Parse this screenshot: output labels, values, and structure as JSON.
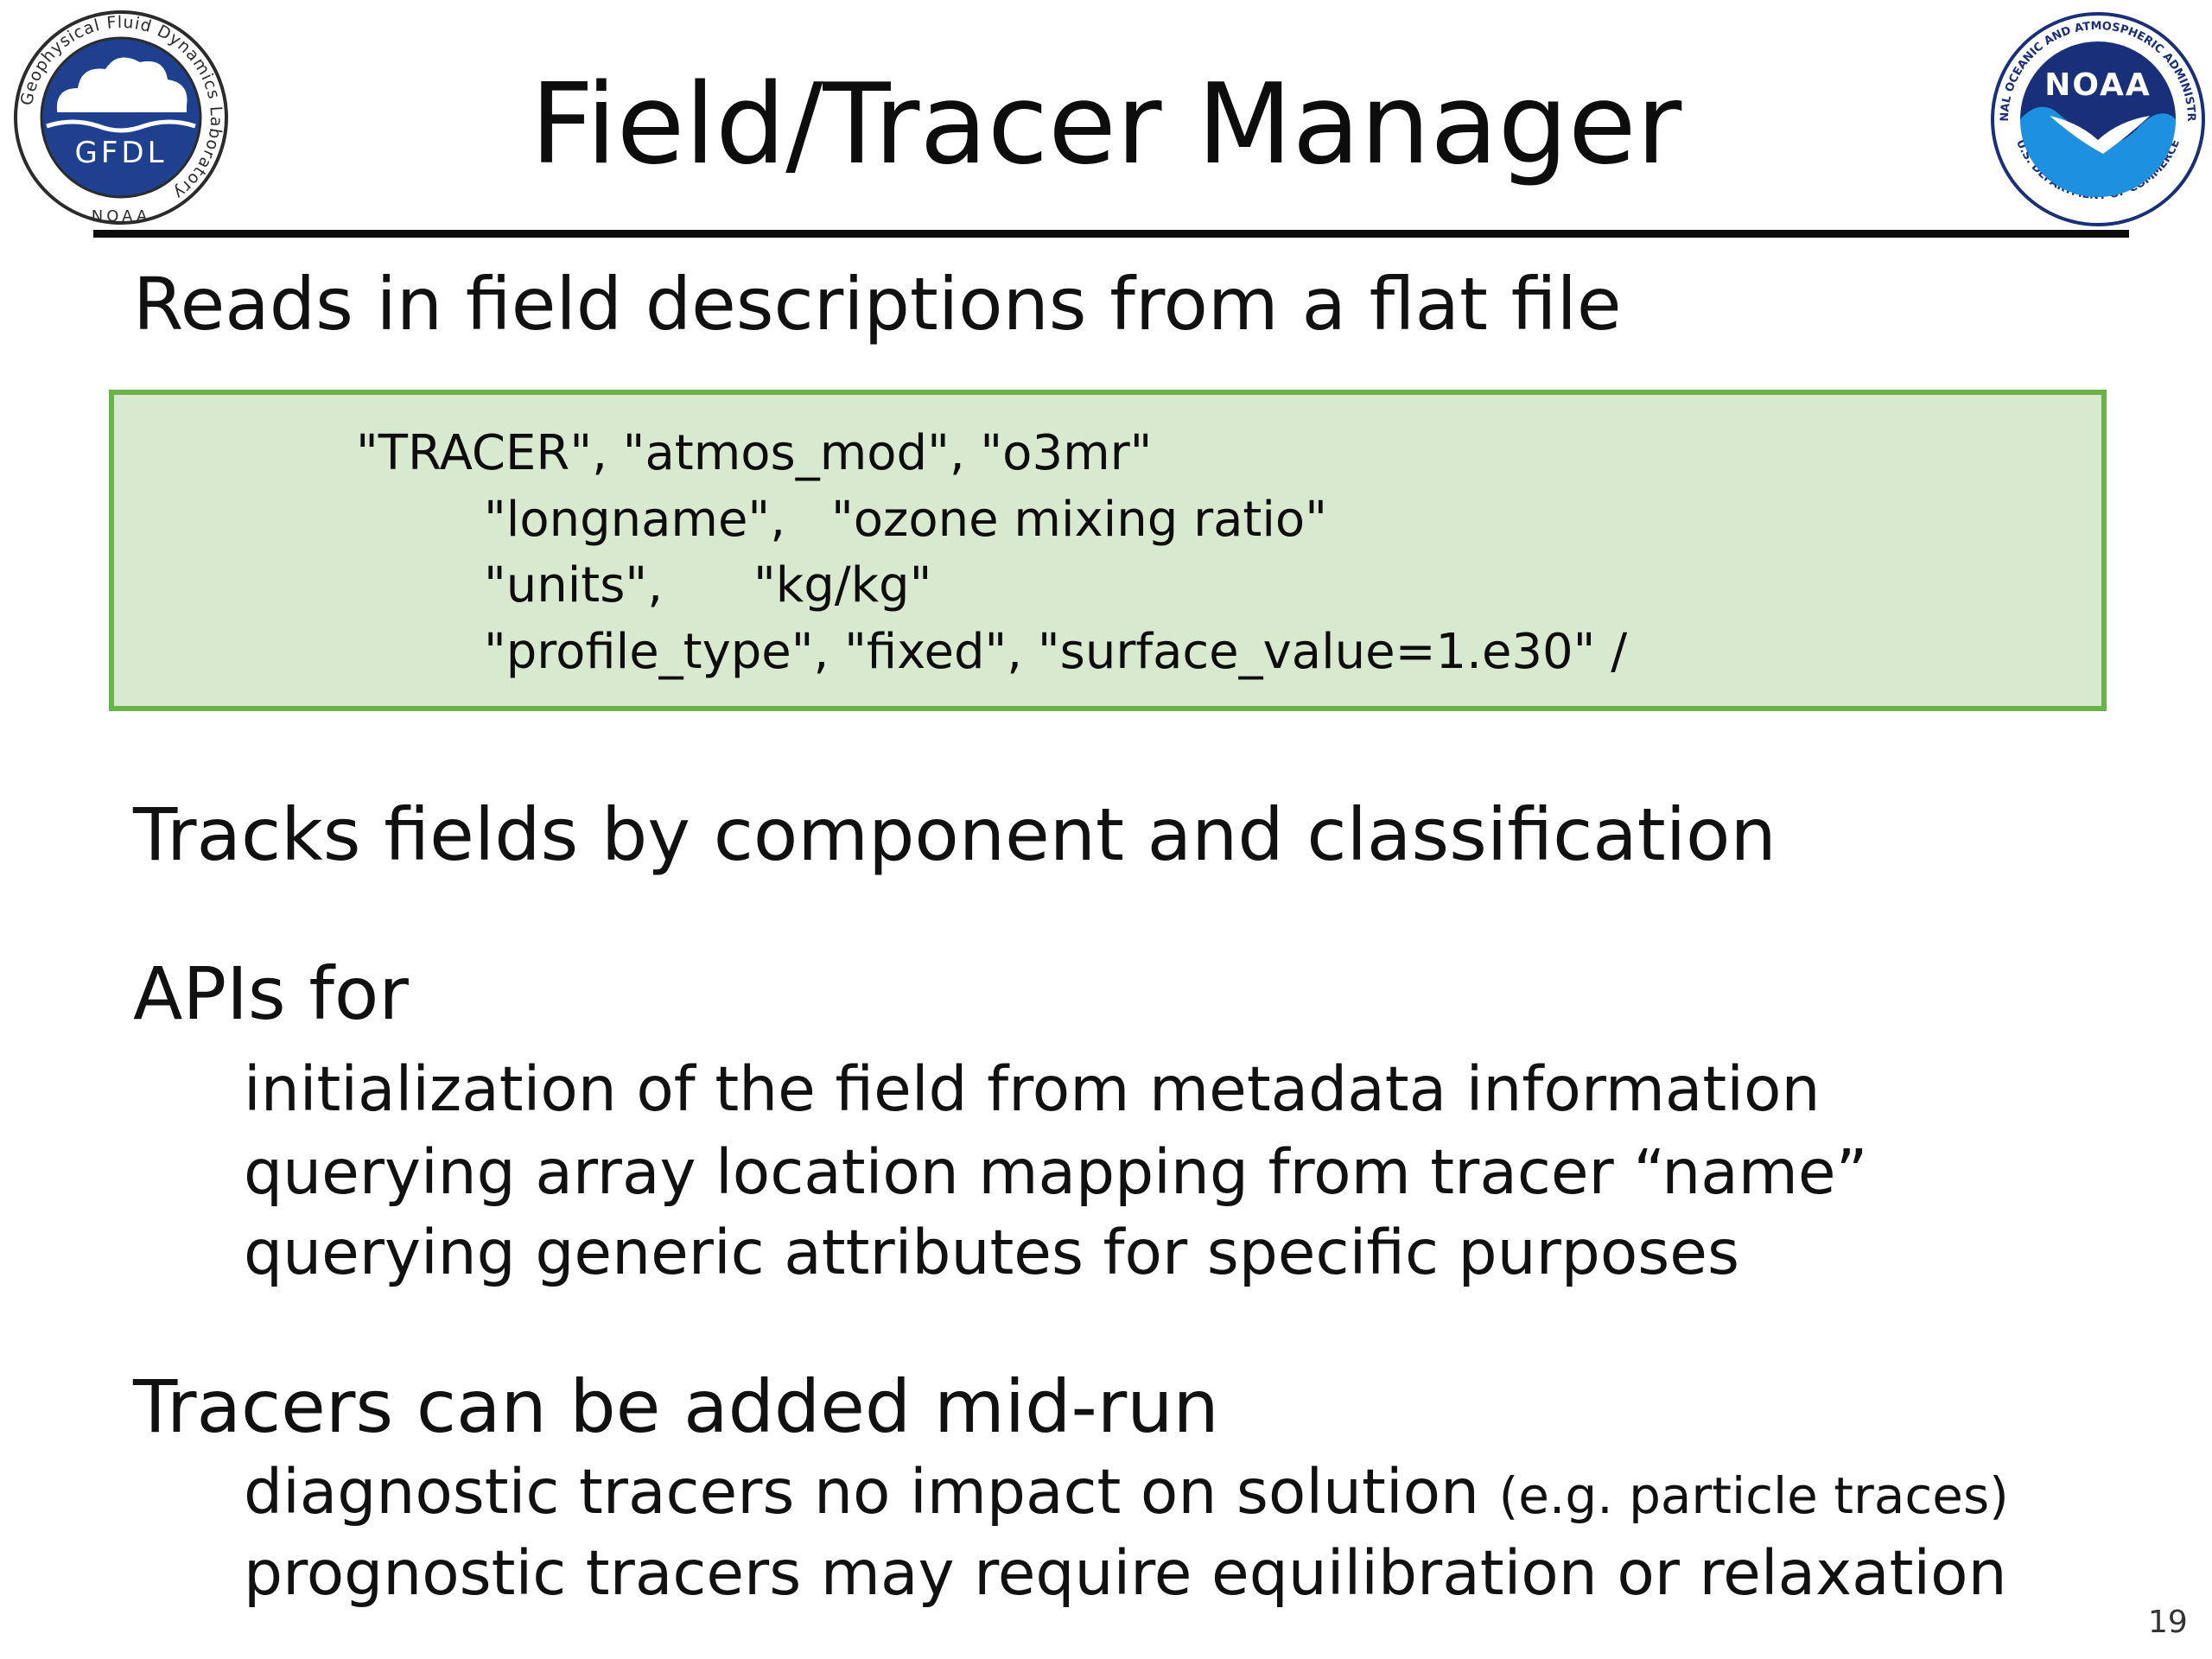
{
  "logos": {
    "gfdl": {
      "ring_text": "Geophysical Fluid Dynamics Laboratory",
      "center_text": "GFDL",
      "bottom_text": "NOAA",
      "colors": {
        "navy": "#1f3f8f",
        "ring": "#2b2b2b",
        "cloud": "#ffffff"
      }
    },
    "noaa": {
      "center_text": "NOAA",
      "ring_top_text": "NATIONAL OCEANIC AND ATMOSPHERIC ADMINISTRATION",
      "ring_bottom_text": "U.S. DEPARTMENT OF COMMERCE",
      "colors": {
        "navy": "#1a2f7a",
        "blue": "#1e90e0"
      }
    }
  },
  "title": "Field/Tracer Manager",
  "sections": [
    {
      "heading": "Reads in field descriptions from a flat file",
      "items": []
    },
    {
      "heading": "Tracks fields by component and classification",
      "items": []
    },
    {
      "heading": "APIs for",
      "items": [
        {
          "text": "initialization of the field from metadata information"
        },
        {
          "text": "querying array location mapping from tracer “name”"
        },
        {
          "text": "querying generic attributes for specific purposes"
        }
      ]
    },
    {
      "heading": "Tracers can be added mid-run",
      "items": [
        {
          "text": "diagnostic tracers no impact on solution ",
          "note": "(e.g. particle traces)"
        },
        {
          "text": "prognostic tracers may require equilibration or relaxation"
        }
      ]
    }
  ],
  "code_box": {
    "lines": [
      {
        "a": "\"TRACER\", \"atmos_mod\", \"o3mr\"",
        "b": ""
      },
      {
        "a": "\"longname\",",
        "b": "\"ozone mixing ratio\""
      },
      {
        "a": "\"units\",",
        "b": "\"kg/kg\""
      },
      {
        "a": "\"profile_type\", \"fixed\", \"surface_value=1.e30\" /",
        "b": ""
      }
    ],
    "colors": {
      "fill": "#d8e9d0",
      "border": "#69b34a"
    }
  },
  "page_number": "19"
}
